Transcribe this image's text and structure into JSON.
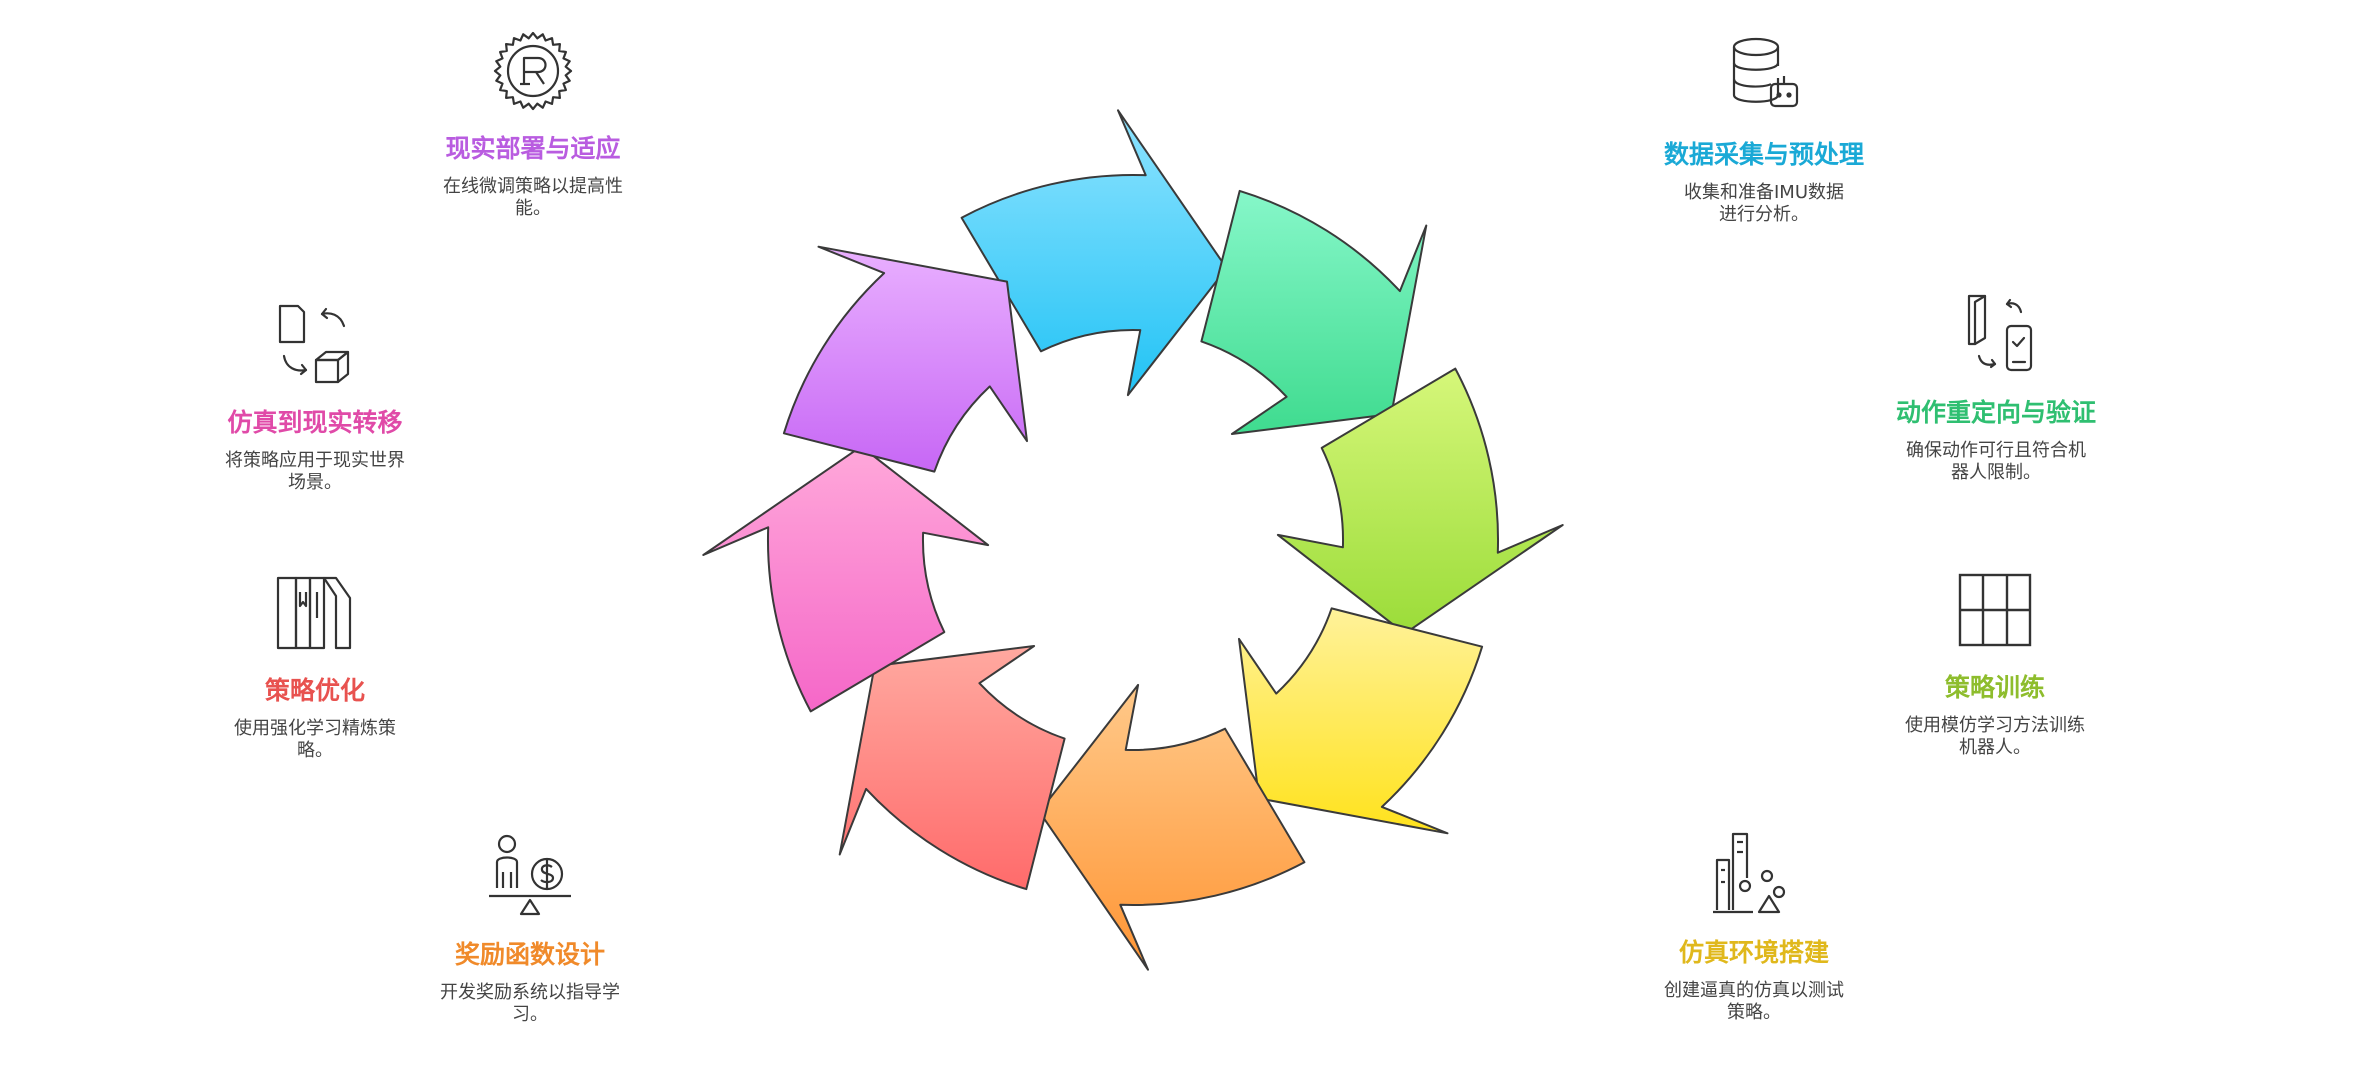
{
  "steps": [
    {
      "id": "data-collection",
      "icon": "database-robot-icon",
      "title": "数据采集与预处理",
      "desc": "收集和准备IMU数据进行分析。",
      "color": "#1aa9d6"
    },
    {
      "id": "motion-retarget",
      "icon": "retarget-device-icon",
      "title": "动作重定向与验证",
      "desc": "确保动作可行且符合机器人限制。",
      "color": "#2fbf71"
    },
    {
      "id": "policy-training",
      "icon": "grid-icon",
      "title": "策略训练",
      "desc": "使用模仿学习方法训练机器人。",
      "color": "#8ebd2d"
    },
    {
      "id": "sim-environment",
      "icon": "building-shapes-icon",
      "title": "仿真环境搭建",
      "desc": "创建逼真的仿真以测试策略。",
      "color": "#e0b81c"
    },
    {
      "id": "reward-design",
      "icon": "person-dollar-balance-icon",
      "title": "奖励函数设计",
      "desc": "开发奖励系统以指导学习。",
      "color": "#f08a2a"
    },
    {
      "id": "policy-optimization",
      "icon": "books-icon",
      "title": "策略优化",
      "desc": "使用强化学习精炼策略。",
      "color": "#e8524f"
    },
    {
      "id": "sim-to-real",
      "icon": "document-cube-transfer-icon",
      "title": "仿真到现实转移",
      "desc": "将策略应用于现实世界场景。",
      "color": "#e04aa8"
    },
    {
      "id": "real-deploy",
      "icon": "rust-gear-icon",
      "title": "现实部署与适应",
      "desc": "在线微调策略以提高性能。",
      "color": "#b95ce0"
    }
  ]
}
